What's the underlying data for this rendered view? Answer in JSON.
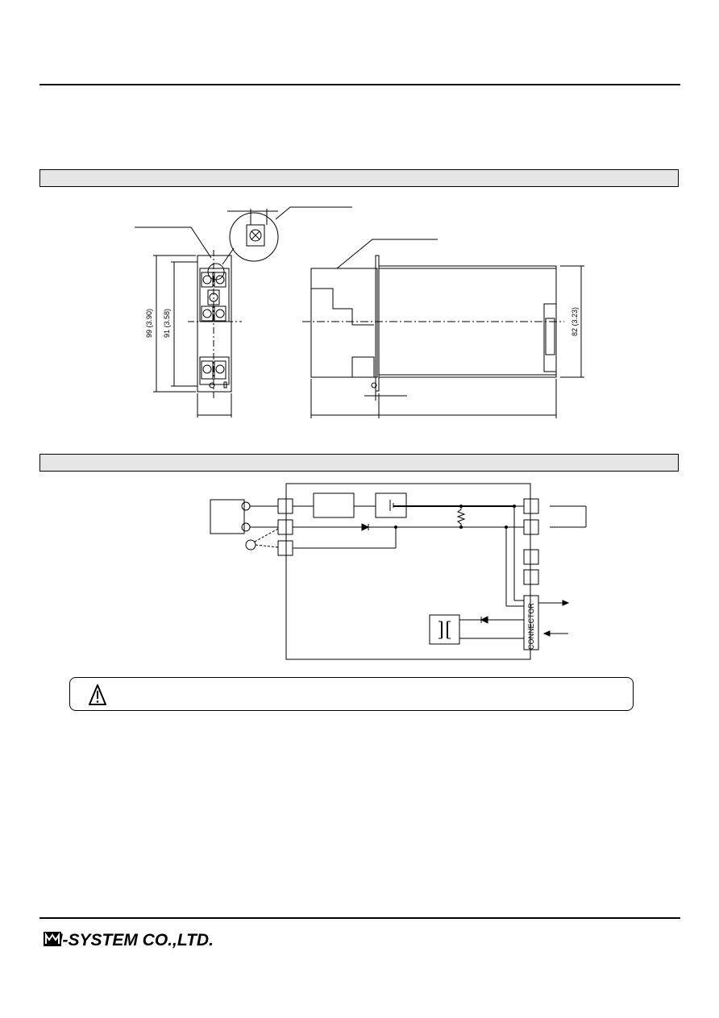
{
  "dimensions": {
    "front_height_outer": "99 (3.90)",
    "front_height_inner": "91 (3.58)",
    "side_height": "82 (3.23)"
  },
  "schematic": {
    "connector_label": "CONNECTOR"
  },
  "footer": {
    "company": "M-SYSTEM CO.,LTD."
  }
}
